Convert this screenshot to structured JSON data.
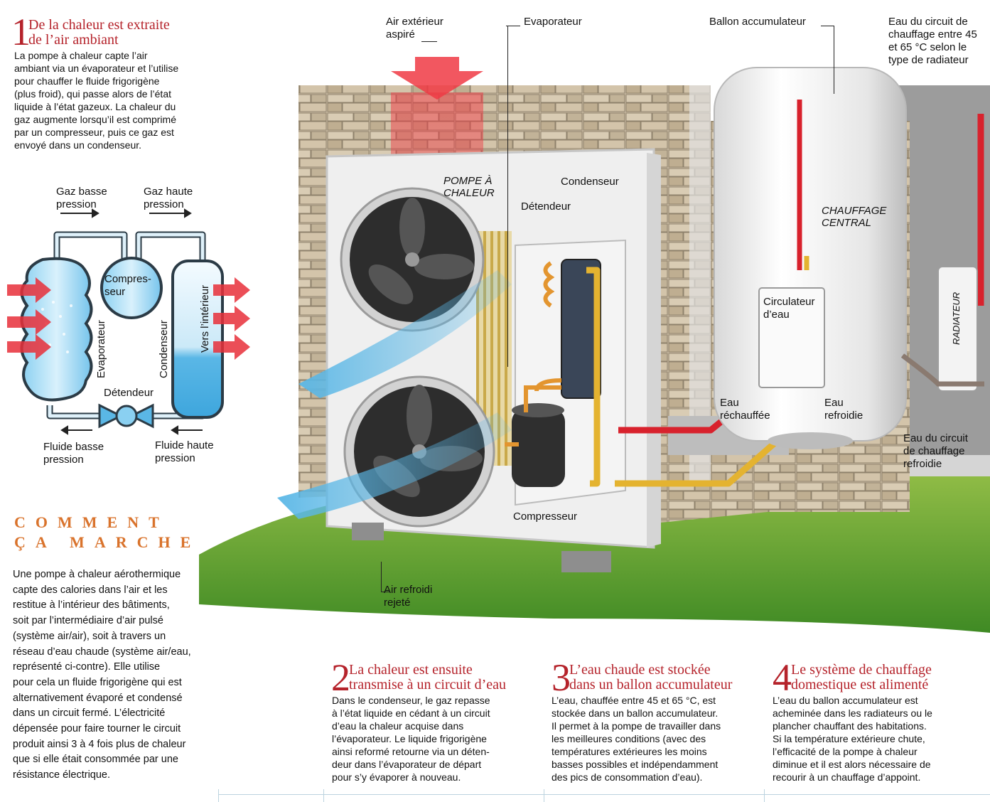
{
  "step1": {
    "number": "1",
    "title": "De la chaleur est extraite\nde l’air ambiant",
    "text": "La pompe à chaleur capte l’air\nambiant via un évaporateur et l’utilise\npour chauffer le fluide frigorigène\n(plus froid), qui passe alors de l’état\nliquide à l’état gazeux. La chaleur du\ngaz augmente lorsqu’il est comprimé\npar un compresseur, puis ce gaz est\nenvoyé dans un condenseur."
  },
  "schema": {
    "gas_low": "Gaz basse\npression",
    "gas_high": "Gaz haute\npression",
    "compressor": "Compres-\nseur",
    "evaporator": "Evaporateur",
    "condenser": "Condenseur",
    "inside": "Vers l’intérieur",
    "expander": "Détendeur",
    "fluid_low": "Fluide basse\npression",
    "fluid_high": "Fluide haute\npression"
  },
  "comment": {
    "line1": "COMMENT",
    "line2": "ÇA MARCHE",
    "text": "Une pompe à chaleur aérothermique\ncapte des calories dans l’air et les\nrestitue à l’intérieur des bâtiments,\nsoit par l’intermédiaire d’air pulsé\n(système air/air), soit à travers un\nréseau d’eau chaude (système air/eau,\nreprésenté ci-contre). Elle utilise\npour cela un fluide frigorigène qui est\nalternativement évaporé et condensé\ndans un circuit fermé. L’électricité\ndépensée pour faire tourner le circuit\nproduit ainsi 3 à 4 fois plus de chaleur\nque si elle était consommée par une\nrésistance électrique."
  },
  "illustration": {
    "air_in": "Air extérieur\naspiré",
    "evaporator": "Evaporateur",
    "tank": "Ballon accumulateur",
    "water_circuit": "Eau du circuit de\nchauffage entre 45\net 65 °C selon le\ntype de radiateur",
    "heat_pump": "POMPE À\nCHALEUR",
    "condenser": "Condenseur",
    "expander": "Détendeur",
    "central_heating": "CHAUFFAGE\nCENTRAL",
    "circulator": "Circulateur\nd’eau",
    "radiator": "RADIATEUR",
    "water_heated": "Eau\nréchauffée",
    "water_cooled": "Eau\nrefroidie",
    "circuit_cooled": "Eau du circuit\nde chauffage\nrefroidie",
    "compressor": "Compresseur",
    "air_out": "Air refroidi\nrejeté"
  },
  "step2": {
    "number": "2",
    "title": "La chaleur est ensuite\ntransmise à un circuit d’eau",
    "text": "Dans le condenseur, le gaz repasse\nà l’état liquide en cédant à un circuit\nd’eau la chaleur acquise dans\nl’évaporateur. Le liquide frigorigène\nainsi reformé retourne via un déten-\ndeur dans l’évaporateur de départ\npour s’y évaporer à nouveau."
  },
  "step3": {
    "number": "3",
    "title": "L’eau chaude est stockée\ndans un ballon accumulateur",
    "text": "L’eau, chauffée entre 45 et 65 °C, est\nstockée dans un ballon accumulateur.\nIl permet à la pompe de travailler dans\nles meilleures conditions (avec des\ntempératures extérieures les moins\nbasses possibles et indépendamment\ndes pics de consommation d’eau)."
  },
  "step4": {
    "number": "4",
    "title": "Le système de chauffage\ndomestique est alimenté",
    "text": "L’eau du ballon accumulateur est\nacheminée dans les radiateurs ou le\nplancher chauffant des habitations.\nSi la température extérieure chute,\nl’efficacité de la pompe à chaleur\ndiminue et il est alors nécessaire de\nrecourir à un chauffage d’appoint."
  },
  "colors": {
    "accent_red": "#b5232b",
    "orange": "#d9732c",
    "blue_fluid": "#5ab7e6",
    "hot_red": "#e8303a"
  }
}
